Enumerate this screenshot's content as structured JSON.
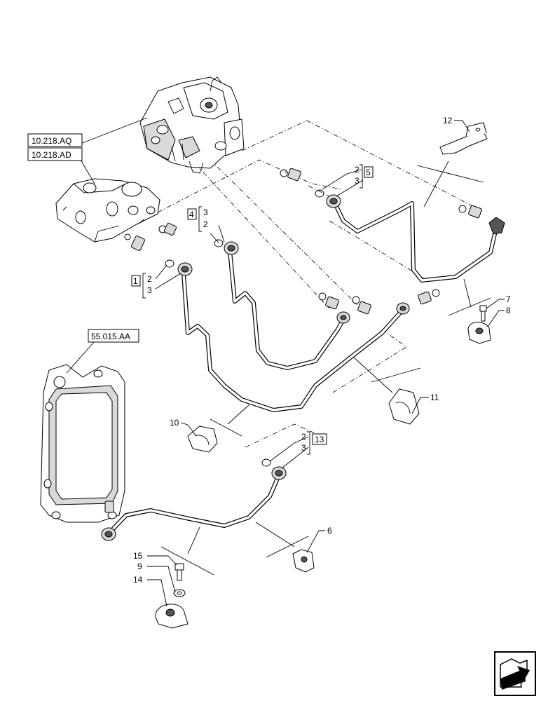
{
  "references": {
    "ref_a": "10.218.AQ",
    "ref_b": "10.218.AD",
    "ref_c": "55.015.AA"
  },
  "callouts": {
    "group_1": {
      "box": "1",
      "items": [
        "2",
        "3"
      ]
    },
    "group_4": {
      "box": "4",
      "items": [
        "3",
        "2"
      ]
    },
    "group_5": {
      "box": "5",
      "items": [
        "2",
        "3"
      ]
    },
    "group_13": {
      "box": "13",
      "items": [
        "2",
        "3"
      ]
    },
    "p6": "6",
    "p7": "7",
    "p8": "8",
    "p9": "9",
    "p10": "10",
    "p11": "11",
    "p12": "12",
    "p14": "14",
    "p15": "15"
  },
  "nav_icon": "next-page-arrow-icon"
}
